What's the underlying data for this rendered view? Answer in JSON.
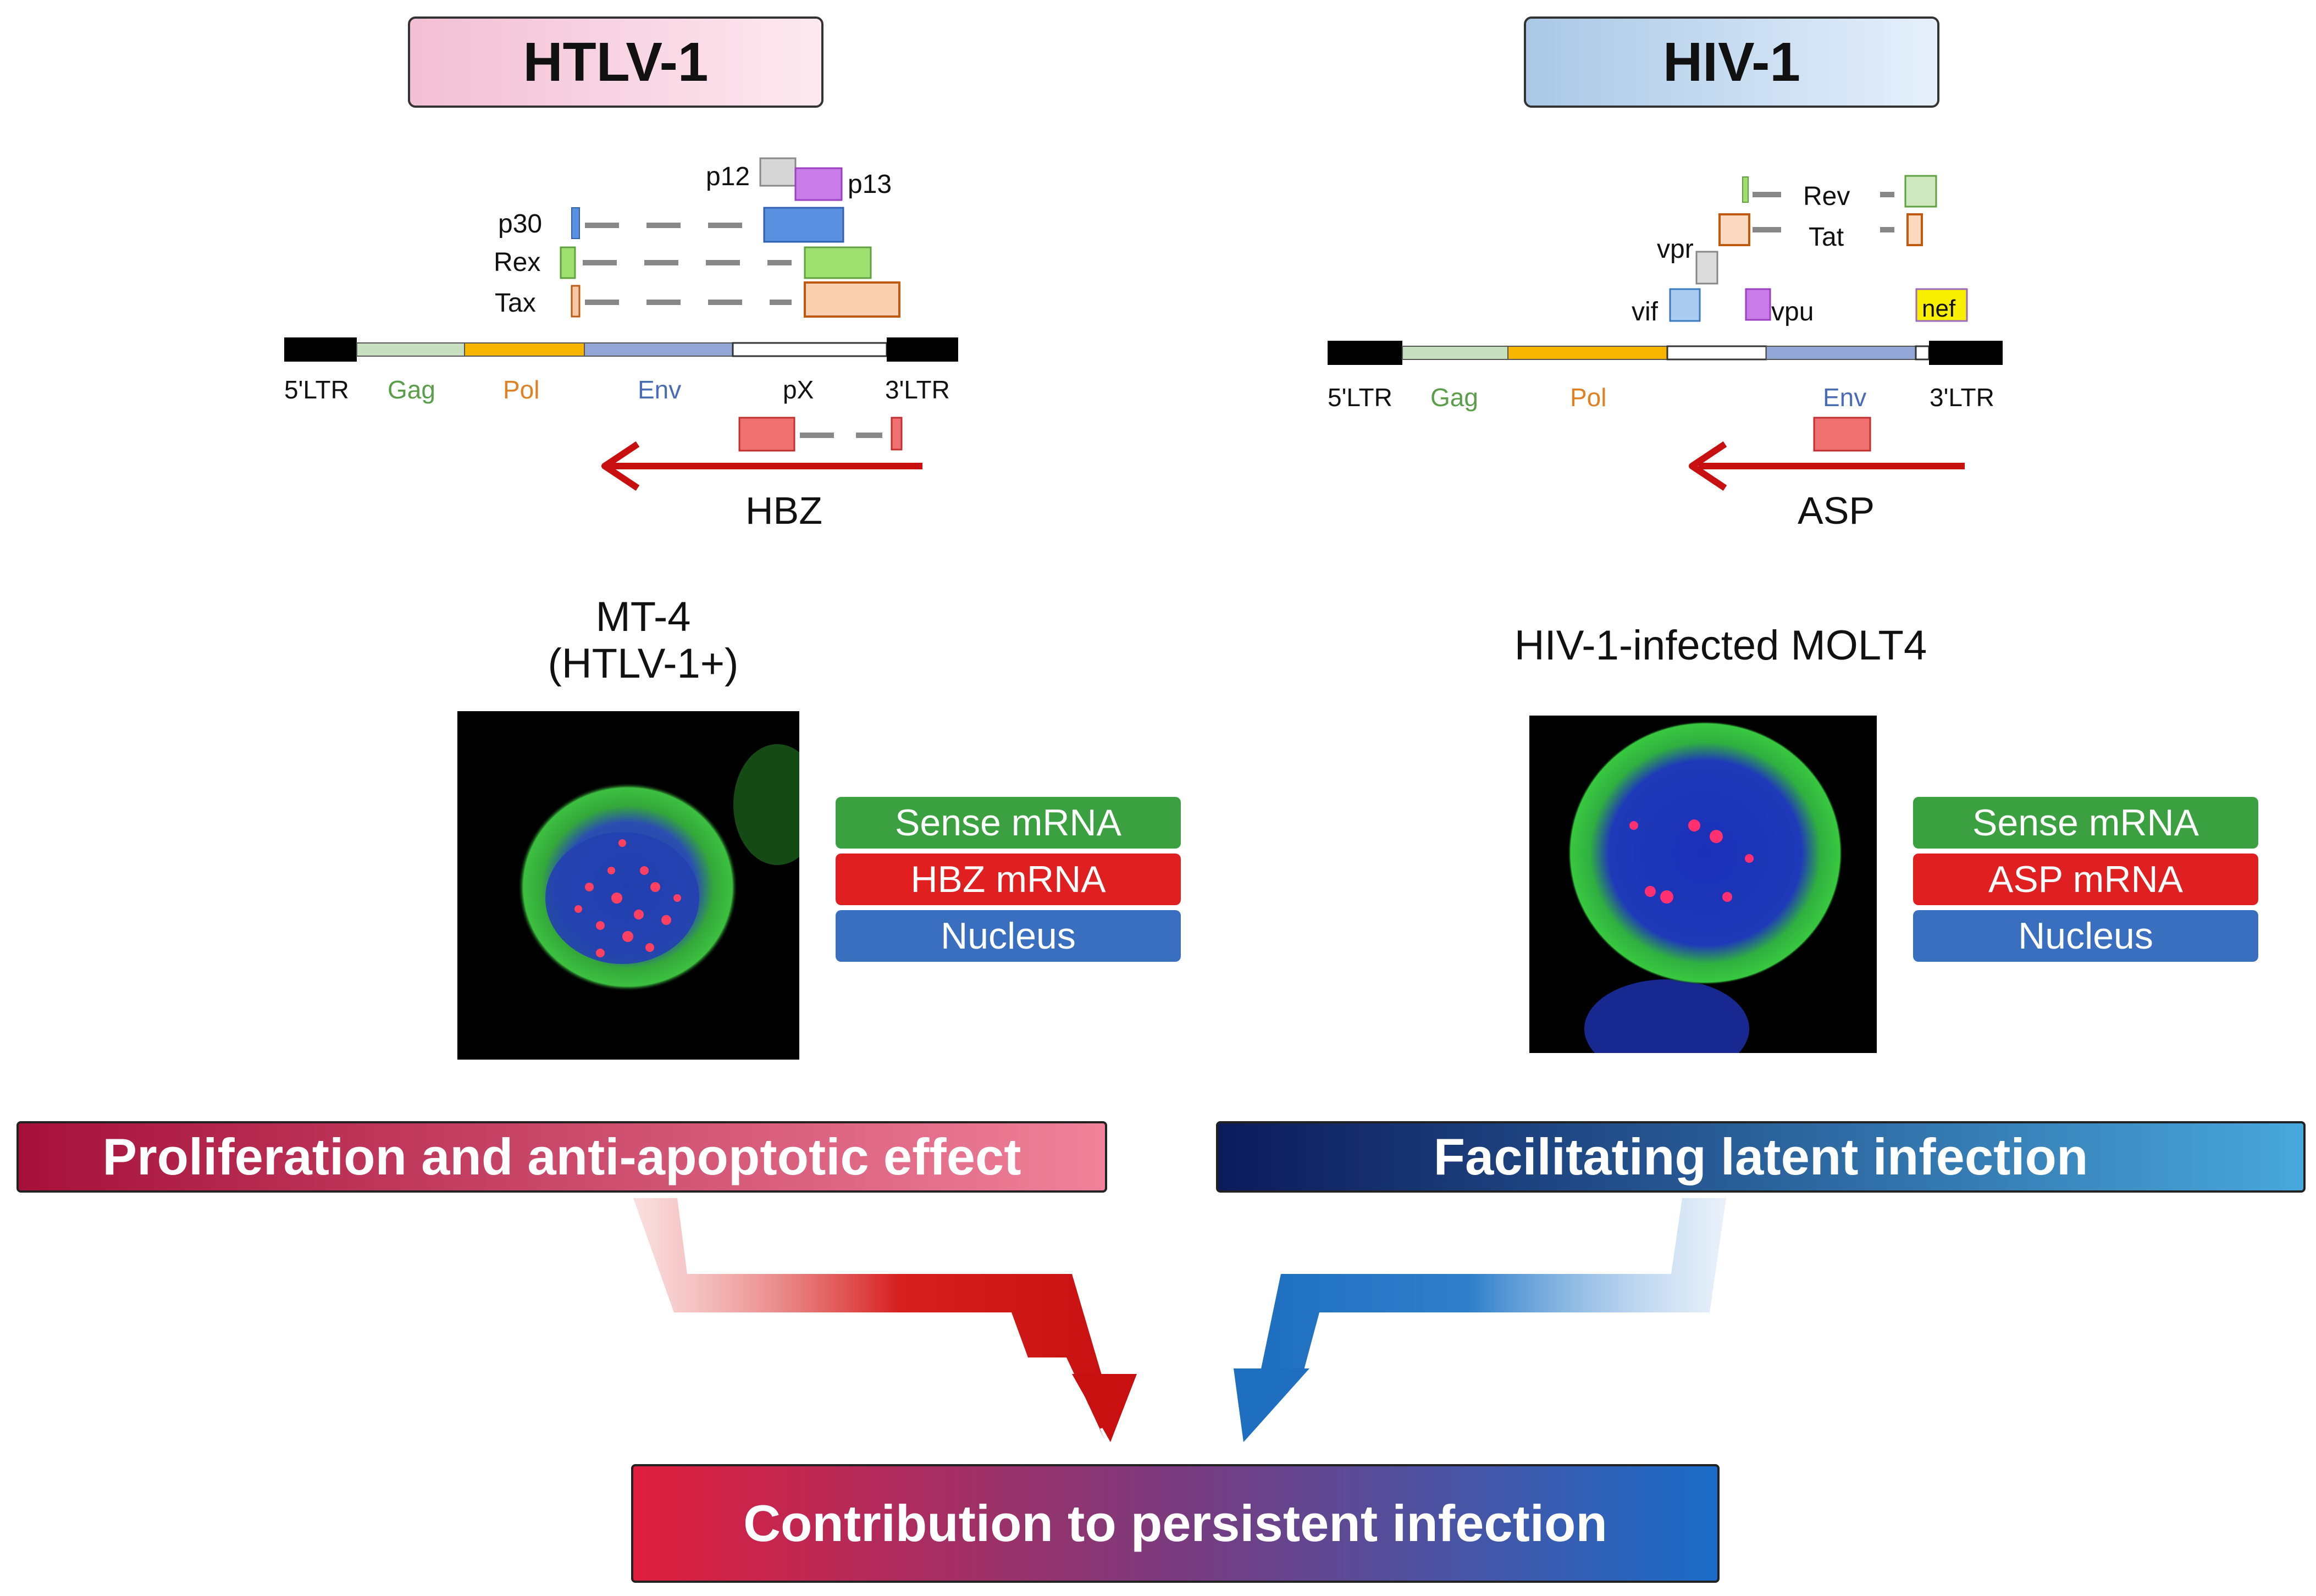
{
  "left": {
    "title": "HTLV-1",
    "orfs": [
      "p12",
      "p13",
      "p30",
      "Rex",
      "Tax"
    ],
    "genome": [
      "5'LTR",
      "Gag",
      "Pol",
      "Env",
      "pX",
      "3'LTR"
    ],
    "antisense": "HBZ",
    "cell_caption_line1": "MT-4",
    "cell_caption_line2": "(HTLV-1+)",
    "legend": [
      "Sense mRNA",
      "HBZ mRNA",
      "Nucleus"
    ],
    "banner": "Proliferation and anti-apoptotic effect"
  },
  "right": {
    "title": "HIV-1",
    "orfs": [
      "Rev",
      "Tat",
      "vpr",
      "vif",
      "vpu",
      "nef"
    ],
    "genome": [
      "5'LTR",
      "Gag",
      "Pol",
      "Env",
      "3'LTR"
    ],
    "antisense": "ASP",
    "cell_caption": "HIV-1-infected MOLT4",
    "legend": [
      "Sense mRNA",
      "ASP mRNA",
      "Nucleus"
    ],
    "banner": "Facilitating latent infection"
  },
  "bottom": {
    "banner": "Contribution to persistent infection"
  },
  "colors": {
    "gag": "#5a9e4a",
    "pol": "#e08020",
    "env": "#4a6cb5",
    "legend_green": "#3aa040",
    "legend_red": "#e02020",
    "legend_blue": "#3a6fc0",
    "arrow_red": "#c81818",
    "arrow_blue": "#2a7ac8"
  }
}
